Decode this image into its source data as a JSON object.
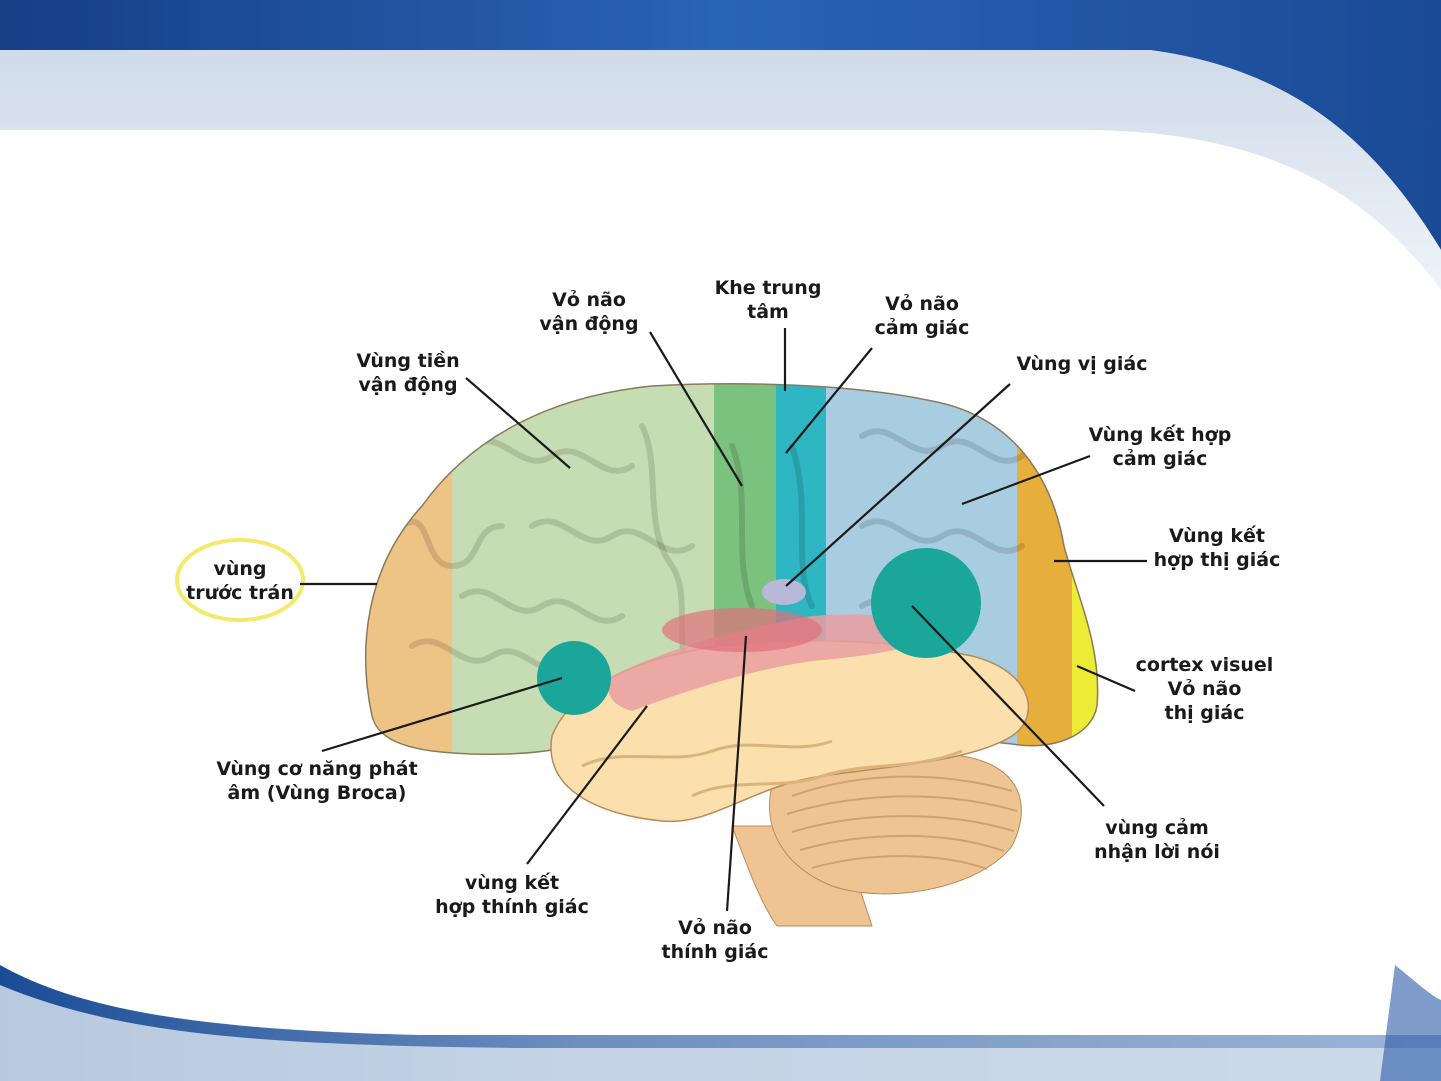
{
  "colors": {
    "slide_accent": "#1e4f9a",
    "slide_light": "#dbe6f2",
    "prefrontal": "#eec486",
    "premotor": "#c6ddb3",
    "motor_cortex": "#7cc27f",
    "sensory_cortex": "#2eb6c3",
    "sensory_association": "#a9cde0",
    "visual_association": "#e6ae3a",
    "visual_cortex": "#ecec36",
    "temporal": "#fbe0ad",
    "auditory": "#e99ea0",
    "speech_areas": "#1aa79a",
    "cerebellum": "#efc493",
    "highlight_ring": "#f2ea6a"
  },
  "labels": {
    "vo_nao_van_dong": "Vỏ não\nvận động",
    "khe_trung_tam": "Khe trung\ntâm",
    "vo_nao_cam_giac": "Vỏ não\ncảm giác",
    "vung_tien_van_dong": "Vùng tiền\nvận động",
    "vung_vi_giac": "Vùng vị giác",
    "vung_ket_hop_cam_giac": "Vùng kết hợp\ncảm giác",
    "vung_truoc_tran": "vùng\ntrước trán",
    "vung_ket_hop_thi_giac": "Vùng kết\nhợp thị giác",
    "cortex_visuel": "cortex visuel\nVỏ não\nthị giác",
    "vung_broca": "Vùng cơ năng phát\nâm (Vùng Broca)",
    "vung_cam_nhan_loi_noi": "vùng cảm\nnhận lời nói",
    "vung_ket_hop_thinh_giac": "vùng kết\nhợp thính giác",
    "vo_nao_thinh_giac": "Vỏ não\nthính giác"
  }
}
